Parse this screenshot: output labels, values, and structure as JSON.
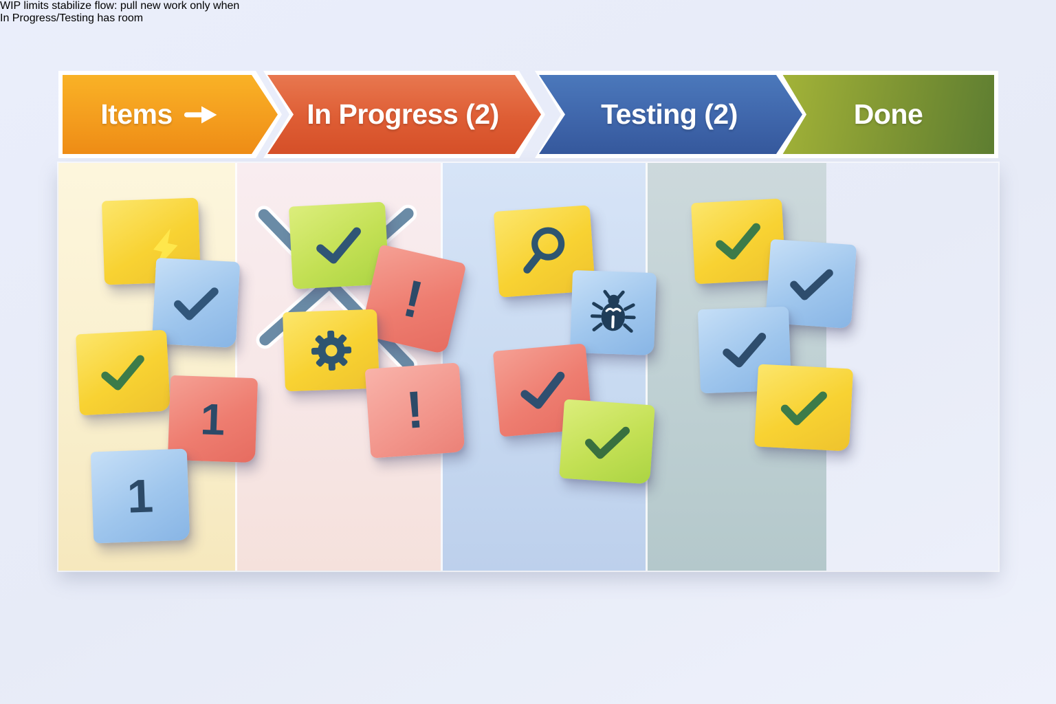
{
  "caption": {
    "line1": "WIP limits stabilize flow: pull new work only when",
    "line2": "In Progress/Testing has room"
  },
  "columns": [
    {
      "label": "Items",
      "suffix_icon": "arrow-right",
      "bg_color": "#f9efcd",
      "header_colors": [
        "#f9b226",
        "#ee8c15"
      ],
      "notes": [
        {
          "color": "yellow",
          "icon": "lightning",
          "label": ""
        },
        {
          "color": "blue",
          "icon": "check",
          "label": ""
        },
        {
          "color": "yellow",
          "icon": "check",
          "label": ""
        },
        {
          "color": "red",
          "icon": "number",
          "label": "1"
        },
        {
          "color": "blue",
          "icon": "number",
          "label": "1"
        }
      ]
    },
    {
      "label": "In Progress (2)",
      "overlay": "crossed-out-full",
      "bg_color": "#f7e7e7",
      "header_colors": [
        "#e8774f",
        "#d54f28"
      ],
      "notes": [
        {
          "color": "green",
          "icon": "check",
          "label": ""
        },
        {
          "color": "red",
          "icon": "exclamation",
          "label": "!"
        },
        {
          "color": "yellow",
          "icon": "gear",
          "label": ""
        },
        {
          "color": "pink",
          "icon": "exclamation",
          "label": "!"
        }
      ]
    },
    {
      "label": "Testing (2)",
      "bg_color": "#c8daf1",
      "header_colors": [
        "#4b78bb",
        "#35589c"
      ],
      "notes": [
        {
          "color": "yellow",
          "icon": "magnifier",
          "label": ""
        },
        {
          "color": "blue",
          "icon": "bug",
          "label": ""
        },
        {
          "color": "red",
          "icon": "check",
          "label": ""
        },
        {
          "color": "green",
          "icon": "check",
          "label": ""
        }
      ]
    },
    {
      "label": "Done",
      "bg_color": "#c0d1d4",
      "header_colors": [
        "#a3b338",
        "#5d7d31"
      ],
      "notes": [
        {
          "color": "yellow",
          "icon": "check",
          "label": ""
        },
        {
          "color": "blue",
          "icon": "check",
          "label": ""
        },
        {
          "color": "blue",
          "icon": "check",
          "label": ""
        },
        {
          "color": "yellow",
          "icon": "check",
          "label": ""
        }
      ]
    }
  ],
  "accents": {
    "pin_red": "#c92a18",
    "cross_slate": "#5a7e9c",
    "arrow_blue": "#48639f",
    "caption_slate": "#4d6992",
    "check_slate": "#31567a",
    "check_green": "#3c7b49"
  }
}
